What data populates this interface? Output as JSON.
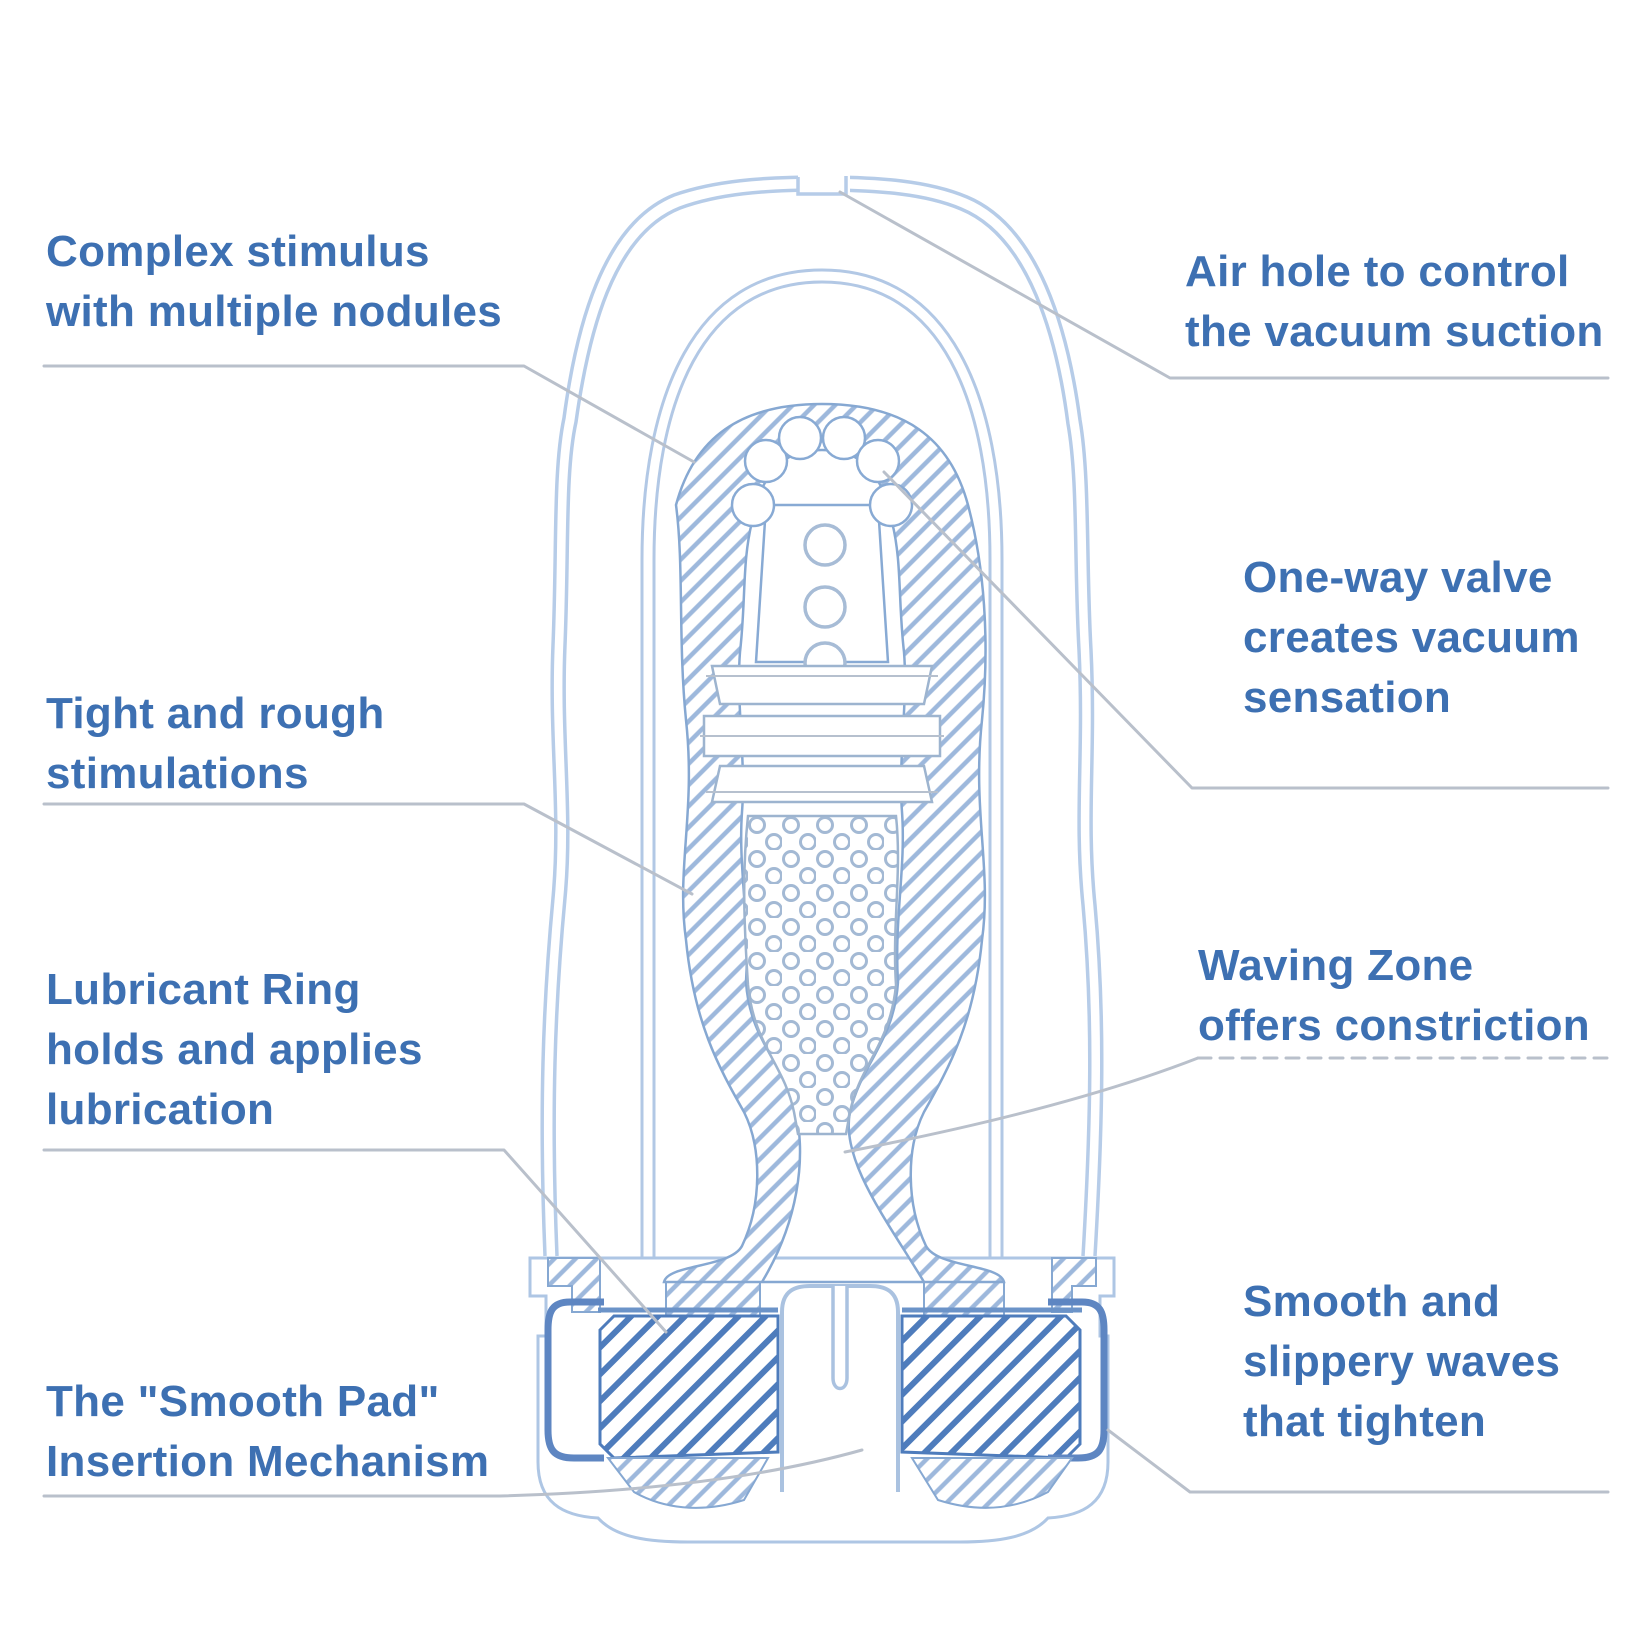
{
  "figure": {
    "title": "Product cutaway diagram with annotations",
    "colors": {
      "label_text": "#3d70b2",
      "outline_light": "#b6cce8",
      "outline_mid": "#86a8d2",
      "outline_dark": "#4e7cbc",
      "hatch_light": "#9db8dc",
      "leader_line": "#b9c0cb",
      "background": "#ffffff"
    }
  },
  "labels": {
    "complex_stimulus": "Complex stimulus\nwith multiple nodules",
    "air_hole": "Air hole to control\nthe vacuum suction",
    "one_way_valve": "One-way valve\ncreates vacuum\nsensation",
    "tight_rough": "Tight and rough\nstimulations",
    "lubricant_ring": "Lubricant Ring\nholds and applies\nlubrication",
    "waving_zone": "Waving Zone\noffers constriction",
    "smooth_slippery": "Smooth and\nslippery waves\nthat tighten",
    "smooth_pad": "The \"Smooth Pad\"\nInsertion Mechanism"
  }
}
